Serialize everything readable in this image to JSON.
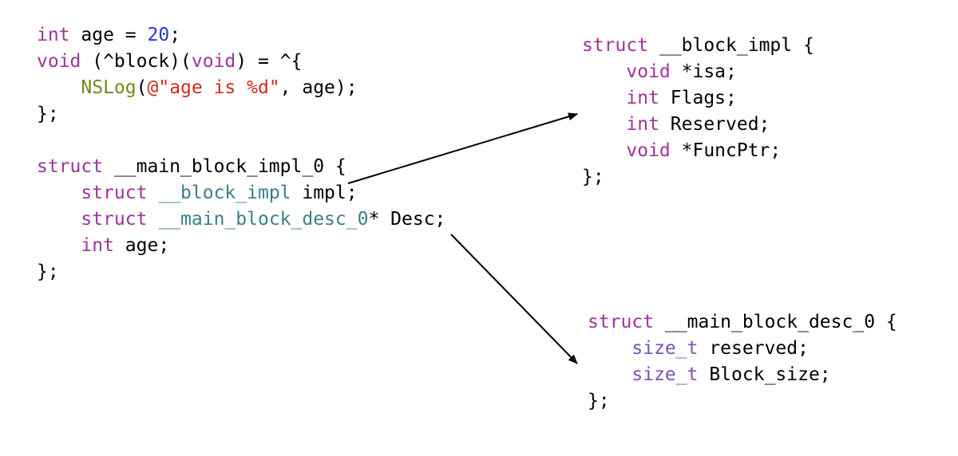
{
  "colors": {
    "keyword": "#a0339a",
    "number": "#2b36d6",
    "string": "#d02a1e",
    "type_ref": "#3b7f86",
    "type_builtin": "#7b52b0",
    "function": "#6f8a1d",
    "plain": "#000000",
    "arrow": "#000000"
  },
  "main_block": {
    "lines": [
      [
        {
          "text": "int",
          "kind": "keyword"
        },
        {
          "text": " age = ",
          "kind": "plain"
        },
        {
          "text": "20",
          "kind": "number"
        },
        {
          "text": ";",
          "kind": "plain"
        }
      ],
      [
        {
          "text": "void",
          "kind": "keyword"
        },
        {
          "text": " (^block)(",
          "kind": "plain"
        },
        {
          "text": "void",
          "kind": "keyword"
        },
        {
          "text": ") = ^{",
          "kind": "plain"
        }
      ],
      [
        {
          "text": "    ",
          "kind": "plain"
        },
        {
          "text": "NSLog",
          "kind": "function"
        },
        {
          "text": "(",
          "kind": "plain"
        },
        {
          "text": "@\"age is %d\"",
          "kind": "string"
        },
        {
          "text": ", age);",
          "kind": "plain"
        }
      ],
      [
        {
          "text": "};",
          "kind": "plain"
        }
      ],
      [],
      [
        {
          "text": "struct",
          "kind": "keyword"
        },
        {
          "text": " __main_block_impl_0 {",
          "kind": "plain"
        }
      ],
      [
        {
          "text": "    ",
          "kind": "plain"
        },
        {
          "text": "struct",
          "kind": "keyword"
        },
        {
          "text": " ",
          "kind": "plain"
        },
        {
          "text": "__block_impl",
          "kind": "type_ref"
        },
        {
          "text": " impl;",
          "kind": "plain"
        }
      ],
      [
        {
          "text": "    ",
          "kind": "plain"
        },
        {
          "text": "struct",
          "kind": "keyword"
        },
        {
          "text": " ",
          "kind": "plain"
        },
        {
          "text": "__main_block_desc_0",
          "kind": "type_ref"
        },
        {
          "text": "* Desc;",
          "kind": "plain"
        }
      ],
      [
        {
          "text": "    ",
          "kind": "plain"
        },
        {
          "text": "int",
          "kind": "keyword"
        },
        {
          "text": " age;",
          "kind": "plain"
        }
      ],
      [
        {
          "text": "};",
          "kind": "plain"
        }
      ]
    ]
  },
  "impl_block": {
    "lines": [
      [
        {
          "text": "struct",
          "kind": "keyword"
        },
        {
          "text": " __block_impl {",
          "kind": "plain"
        }
      ],
      [
        {
          "text": "    ",
          "kind": "plain"
        },
        {
          "text": "void",
          "kind": "keyword"
        },
        {
          "text": " *isa;",
          "kind": "plain"
        }
      ],
      [
        {
          "text": "    ",
          "kind": "plain"
        },
        {
          "text": "int",
          "kind": "keyword"
        },
        {
          "text": " Flags;",
          "kind": "plain"
        }
      ],
      [
        {
          "text": "    ",
          "kind": "plain"
        },
        {
          "text": "int",
          "kind": "keyword"
        },
        {
          "text": " Reserved;",
          "kind": "plain"
        }
      ],
      [
        {
          "text": "    ",
          "kind": "plain"
        },
        {
          "text": "void",
          "kind": "keyword"
        },
        {
          "text": " *FuncPtr;",
          "kind": "plain"
        }
      ],
      [
        {
          "text": "};",
          "kind": "plain"
        }
      ]
    ]
  },
  "desc_block": {
    "lines": [
      [
        {
          "text": "struct",
          "kind": "keyword"
        },
        {
          "text": " __main_block_desc_0 {",
          "kind": "plain"
        }
      ],
      [
        {
          "text": "    ",
          "kind": "plain"
        },
        {
          "text": "size_t",
          "kind": "type_builtin"
        },
        {
          "text": " reserved;",
          "kind": "plain"
        }
      ],
      [
        {
          "text": "    ",
          "kind": "plain"
        },
        {
          "text": "size_t",
          "kind": "type_builtin"
        },
        {
          "text": " Block_size;",
          "kind": "plain"
        }
      ],
      [
        {
          "text": "};",
          "kind": "plain"
        }
      ]
    ]
  },
  "arrows": [
    {
      "from": "main_block.impl_field",
      "to": "impl_block"
    },
    {
      "from": "main_block.desc_field",
      "to": "desc_block"
    }
  ]
}
